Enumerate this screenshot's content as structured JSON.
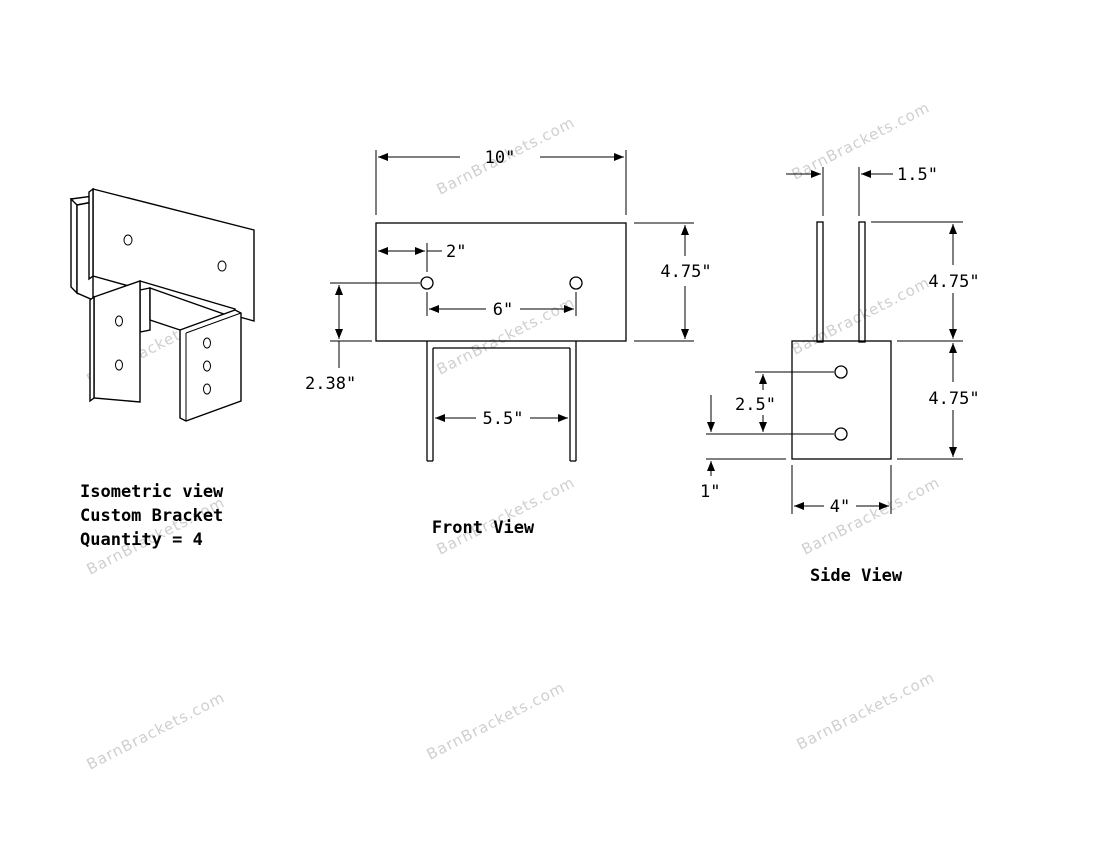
{
  "watermark": "BarnBrackets.com",
  "isometric": {
    "caption_line1": "Isometric view",
    "caption_line2": "Custom Bracket",
    "caption_line3": "Quantity = 4"
  },
  "front_view": {
    "caption": "Front View",
    "dim_width": "10\"",
    "dim_height": "4.75\"",
    "dim_hole_edge": "2\"",
    "dim_hole_spacing": "6\"",
    "dim_hole_height": "2.38\"",
    "dim_inner_width": "5.5\""
  },
  "side_view": {
    "caption": "Side View",
    "dim_plate_gap": "1.5\"",
    "dim_top_height": "4.75\"",
    "dim_bottom_height": "4.75\"",
    "dim_hole_spacing": "2.5\"",
    "dim_bottom_hole": "1\"",
    "dim_width": "4\""
  }
}
